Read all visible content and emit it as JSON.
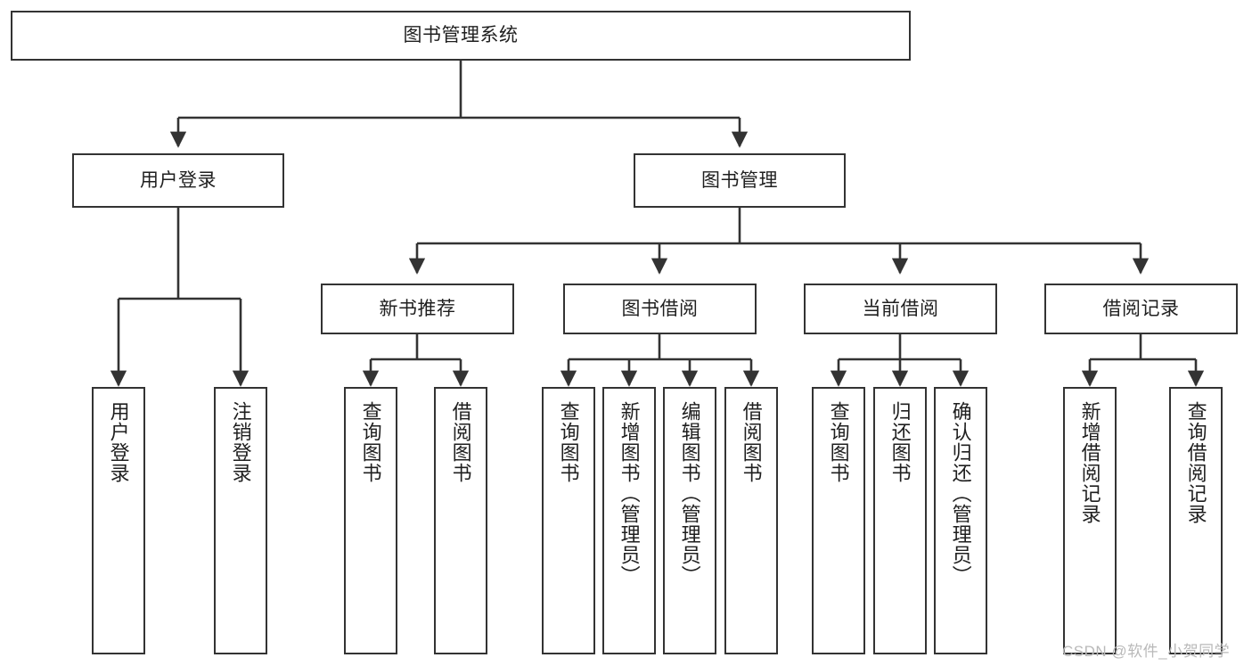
{
  "diagram": {
    "type": "tree-hierarchy",
    "title": "图书管理系统",
    "background_color": "#ffffff",
    "line_color": "#333333",
    "box_border_color": "#333333",
    "box_fill_color": "#ffffff"
  },
  "nodes": {
    "root": {
      "label": "图书管理系统"
    },
    "level1": [
      {
        "id": "user-login",
        "label": "用户登录"
      },
      {
        "id": "book-management",
        "label": "图书管理"
      }
    ],
    "level2": [
      {
        "id": "new-book-recommend",
        "label": "新书推荐"
      },
      {
        "id": "book-borrow",
        "label": "图书借阅"
      },
      {
        "id": "current-borrow",
        "label": "当前借阅"
      },
      {
        "id": "borrow-record",
        "label": "借阅记录"
      }
    ],
    "leaves": [
      {
        "id": "leaf-user-login",
        "label": "用户登录",
        "parent": "user-login"
      },
      {
        "id": "leaf-logout-login",
        "label": "注销登录",
        "parent": "user-login"
      },
      {
        "id": "leaf-query-book-1",
        "label": "查询图书",
        "parent": "new-book-recommend"
      },
      {
        "id": "leaf-borrow-book-1",
        "label": "借阅图书",
        "parent": "new-book-recommend"
      },
      {
        "id": "leaf-query-book-2",
        "label": "查询图书",
        "parent": "book-borrow"
      },
      {
        "id": "leaf-add-book",
        "label": "新增图书（管理员）",
        "parent": "book-borrow"
      },
      {
        "id": "leaf-edit-book",
        "label": "编辑图书（管理员）",
        "parent": "book-borrow"
      },
      {
        "id": "leaf-borrow-book-2",
        "label": "借阅图书",
        "parent": "book-borrow"
      },
      {
        "id": "leaf-query-book-3",
        "label": "查询图书",
        "parent": "current-borrow"
      },
      {
        "id": "leaf-return-book",
        "label": "归还图书",
        "parent": "current-borrow"
      },
      {
        "id": "leaf-confirm-return",
        "label": "确认归还（管理员）",
        "parent": "current-borrow"
      },
      {
        "id": "leaf-add-record",
        "label": "新增借阅记录",
        "parent": "borrow-record"
      },
      {
        "id": "leaf-query-record",
        "label": "查询借阅记录",
        "parent": "borrow-record"
      }
    ]
  },
  "watermark": {
    "text": "CSDN @软件_小贺同学"
  }
}
